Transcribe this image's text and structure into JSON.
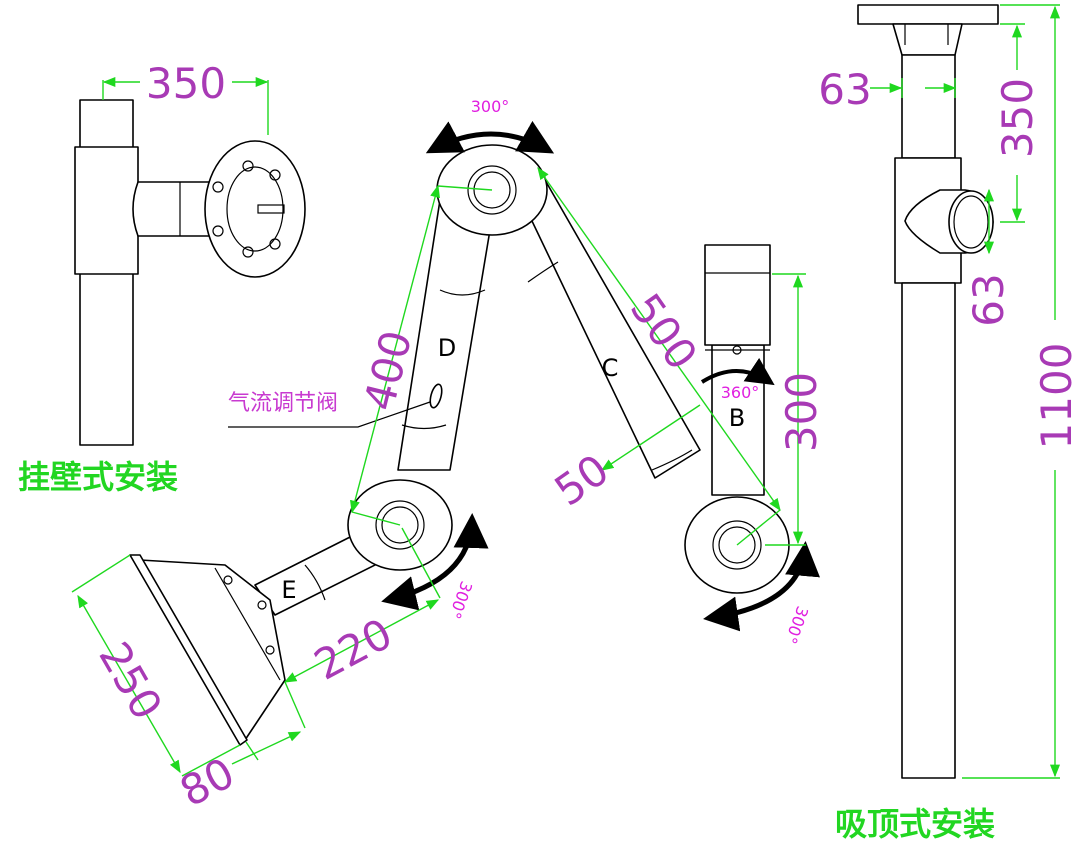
{
  "captions": {
    "wall_mount": "挂壁式安装",
    "ceiling_mount": "吸顶式安装"
  },
  "callout": {
    "damper": "气流调节阀"
  },
  "parts": {
    "b": "B",
    "c": "C",
    "d": "D",
    "e": "E"
  },
  "angles": {
    "top_joint": "300°",
    "swivel_b": "360°",
    "elbow_left": "300°",
    "elbow_right": "300°"
  },
  "dimensions": {
    "wall_arm": "350",
    "seg_d": "400",
    "seg_c": "500",
    "diameter": "50",
    "seg_b": "300",
    "seg_e": "220",
    "hood_width": "250",
    "hood_depth": "80",
    "ceiling_flange": "63",
    "ceiling_drop": "350",
    "ceiling_side": "63",
    "ceiling_total": "1100"
  },
  "colors": {
    "dimension_line": "#1fd81f",
    "dimension_text": "#a83ab5",
    "angle_text": "#e020e0",
    "caption": "#22d622",
    "outline": "#000000"
  }
}
